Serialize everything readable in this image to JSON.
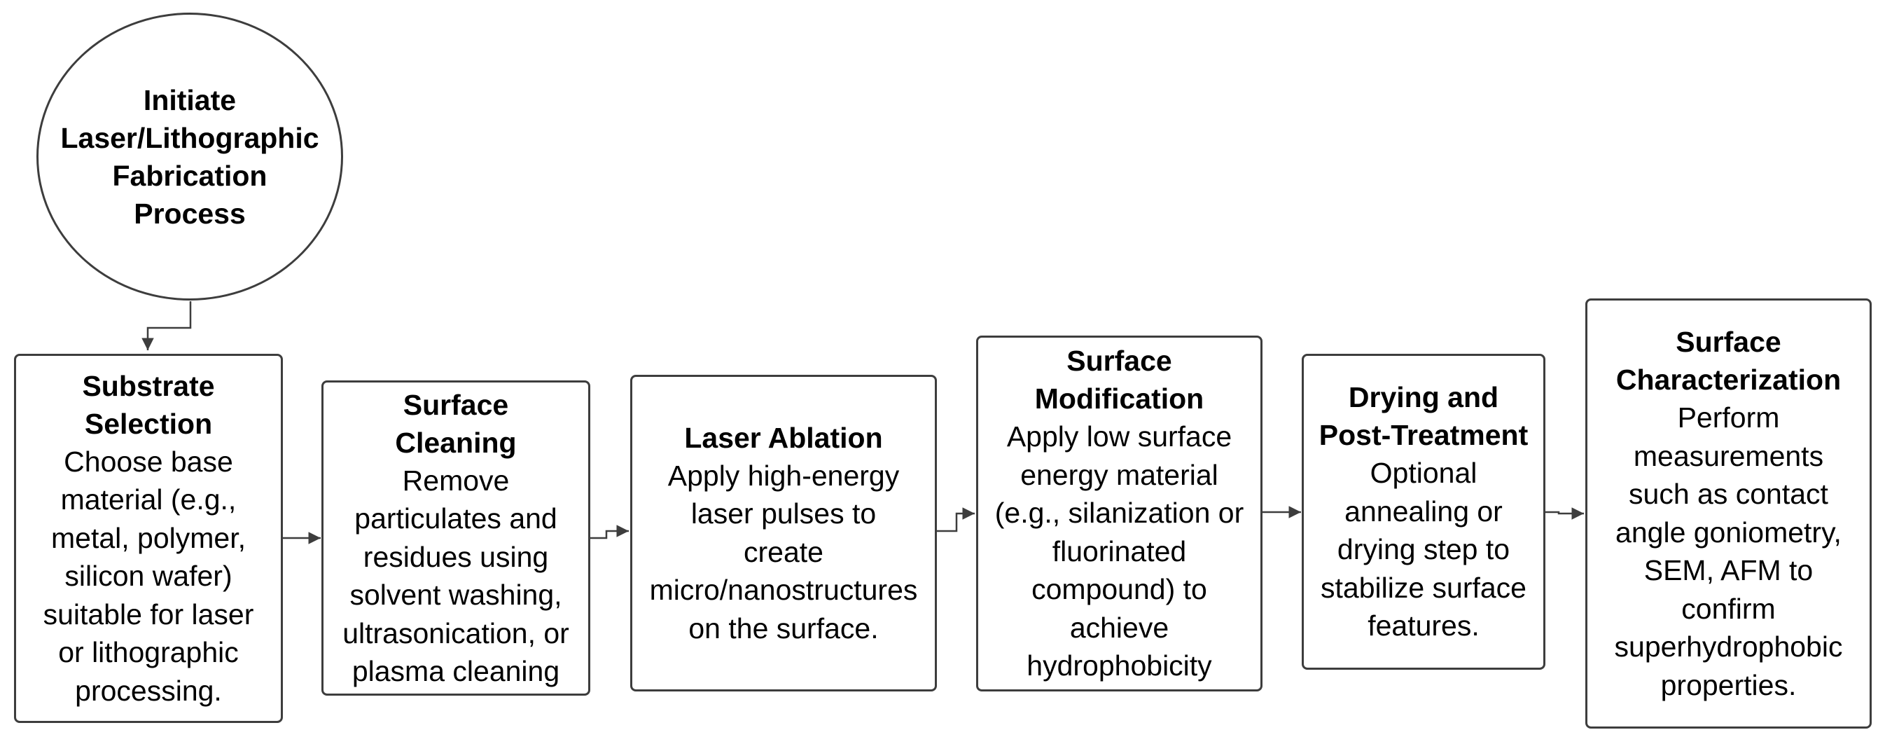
{
  "start": {
    "lines": [
      "Initiate",
      "Laser/Lithographic",
      "Fabrication",
      "Process"
    ]
  },
  "steps": [
    {
      "title_lines": [
        "Substrate",
        "Selection"
      ],
      "body_lines": [
        "Choose base",
        "material (e.g.,",
        "metal, polymer,",
        "silicon wafer)",
        "suitable for laser",
        "or lithographic",
        "processing."
      ]
    },
    {
      "title_lines": [
        "Surface",
        "Cleaning"
      ],
      "body_lines": [
        "Remove",
        "particulates and",
        "residues using",
        "solvent washing,",
        "ultrasonication, or",
        "plasma cleaning"
      ]
    },
    {
      "title_lines": [
        "Laser Ablation"
      ],
      "body_lines": [
        "Apply high-energy",
        "laser pulses to",
        "create",
        "micro/nanostructures",
        "on the surface."
      ]
    },
    {
      "title_lines": [
        "Surface",
        "Modification"
      ],
      "body_lines": [
        "Apply low surface",
        "energy material",
        "(e.g., silanization or",
        "fluorinated",
        "compound) to",
        "achieve",
        "hydrophobicity"
      ]
    },
    {
      "title_lines": [
        "Drying and",
        "Post-Treatment"
      ],
      "body_lines": [
        "Optional",
        "annealing or",
        "drying step to",
        "stabilize surface",
        "features."
      ]
    },
    {
      "title_lines": [
        "Surface",
        "Characterization"
      ],
      "body_lines": [
        "Perform",
        "measurements",
        "such as contact",
        "angle goniometry,",
        "SEM, AFM to",
        "confirm",
        "superhydrophobic",
        "properties."
      ]
    }
  ]
}
